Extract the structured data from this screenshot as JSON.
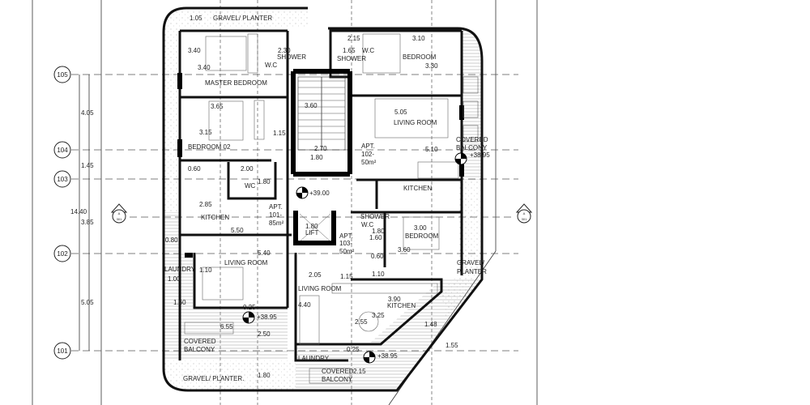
{
  "title": "Typical floor plan - apartments 101, 102, 103",
  "grid_axes": [
    "105",
    "104",
    "103",
    "102",
    "101"
  ],
  "grid_dims": [
    "4.05",
    "1.45",
    "14.40",
    "3.85",
    "5.05"
  ],
  "section_marker": {
    "letter": "A",
    "sheet": "301"
  },
  "apt101": {
    "labels": [
      "1.05",
      "GRAVEL/ PLANTER",
      "3.40",
      "2.30",
      "SHOWER",
      "W.C",
      "3.40",
      "MASTER BEDROOM",
      "3.65",
      "3.15",
      "1.15",
      "BEDROOM 02",
      "0.60",
      "2.00",
      "1.80",
      "WC",
      "2.85",
      "KITCHEN",
      "5.50",
      "APT.",
      "101-",
      "85m²",
      "0.80",
      "5.40",
      "LIVING ROOM",
      "LAUNDRY",
      "1.10",
      "1.00",
      "1.60",
      "0.25",
      "+38.95",
      "6.55",
      "2.50",
      "COVERED",
      "BALCONY",
      "GRAVEL/ PLANTER.",
      "1.80"
    ]
  },
  "core": {
    "labels": [
      "3.60",
      "2.70",
      "1.80",
      "+39.00",
      "1.80",
      "LIFT"
    ]
  },
  "apt102": {
    "labels": [
      "2.15",
      "3.10",
      "1.65",
      "W.C",
      "SHOWER",
      "BEDROOM",
      "3.30",
      "5.05",
      "LIVING ROOM",
      "APT.",
      "102-",
      "50m²",
      "5.10",
      "COVERED",
      "BALCONY",
      "+38.95",
      "KITCHEN"
    ]
  },
  "apt103": {
    "labels": [
      "SHOWER",
      "W.C",
      "1.80",
      "1.60",
      "APT.",
      "103-",
      "50m²",
      "3.00",
      "BEDROOM",
      "3.60",
      "0.60",
      "GRAVEL/",
      "PLANTER",
      "2.05",
      "1.15",
      "1.10",
      "LIVING ROOM",
      "4.40",
      "3.90",
      "KITCHEN",
      "3.25",
      "2.55",
      "1.48",
      "1.55",
      "0.25",
      "LAUNDRY",
      "+38.95",
      "COVERED",
      "2.15",
      "BALCONY"
    ]
  }
}
